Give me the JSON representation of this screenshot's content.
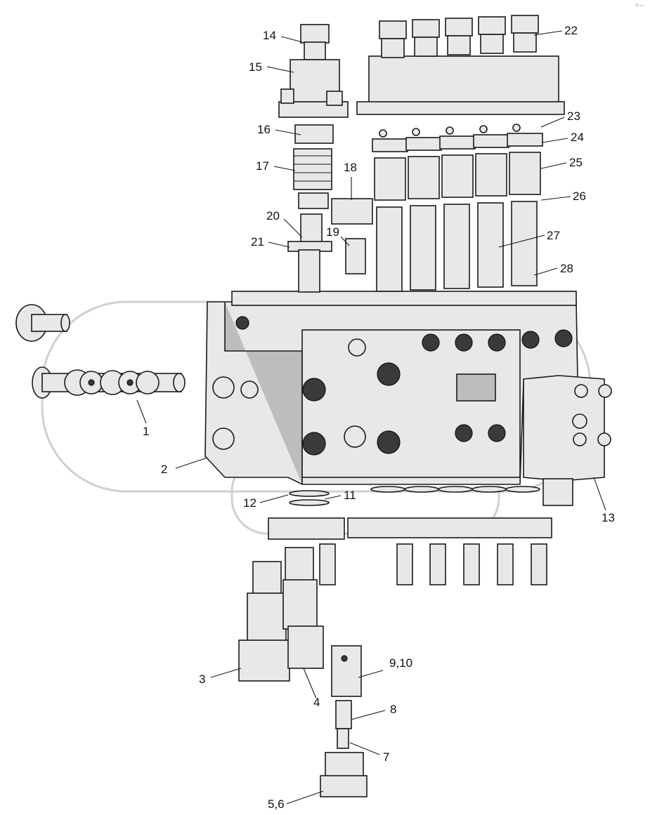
{
  "diagram": {
    "corner_mark": "r---",
    "callouts": [
      {
        "id": "c1",
        "text": "1"
      },
      {
        "id": "c2",
        "text": "2"
      },
      {
        "id": "c3",
        "text": "3"
      },
      {
        "id": "c4",
        "text": "4"
      },
      {
        "id": "c56",
        "text": "5,6"
      },
      {
        "id": "c7",
        "text": "7"
      },
      {
        "id": "c8",
        "text": "8"
      },
      {
        "id": "c910",
        "text": "9,10"
      },
      {
        "id": "c11",
        "text": "11"
      },
      {
        "id": "c12",
        "text": "12"
      },
      {
        "id": "c13",
        "text": "13"
      },
      {
        "id": "c14",
        "text": "14"
      },
      {
        "id": "c15",
        "text": "15"
      },
      {
        "id": "c16",
        "text": "16"
      },
      {
        "id": "c17",
        "text": "17"
      },
      {
        "id": "c18",
        "text": "18"
      },
      {
        "id": "c19",
        "text": "19"
      },
      {
        "id": "c20",
        "text": "20"
      },
      {
        "id": "c21",
        "text": "21"
      },
      {
        "id": "c22",
        "text": "22"
      },
      {
        "id": "c23",
        "text": "23"
      },
      {
        "id": "c24",
        "text": "24"
      },
      {
        "id": "c25",
        "text": "25"
      },
      {
        "id": "c26",
        "text": "26"
      },
      {
        "id": "c27",
        "text": "27"
      },
      {
        "id": "c28",
        "text": "28"
      }
    ]
  }
}
